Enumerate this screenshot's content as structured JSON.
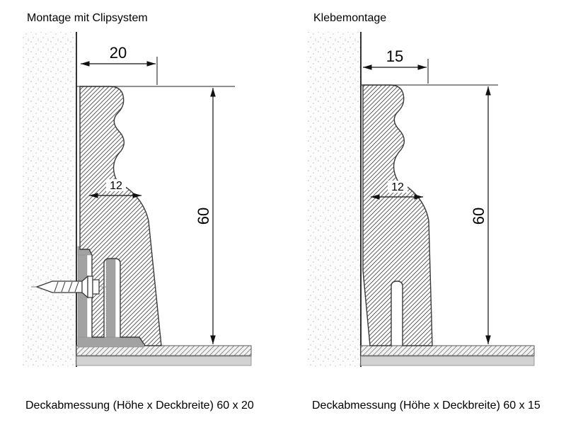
{
  "panels": {
    "left": {
      "title": "Montage mit Clipsystem",
      "caption": "Deckabmessung (Höhe x Deckbreite) 60 x 20",
      "dims": {
        "top_width": "20",
        "body_width": "12",
        "height": "60"
      }
    },
    "right": {
      "title": "Klebemontage",
      "caption": "Deckabmessung (Höhe x Deckbreite) 60 x 15",
      "dims": {
        "top_width": "15",
        "body_width": "12",
        "height": "60"
      }
    }
  },
  "colors": {
    "line": "#111111",
    "clip_gray": "#a2a2a2",
    "floor_underlay": "#d2d2d2",
    "background": "#ffffff"
  }
}
